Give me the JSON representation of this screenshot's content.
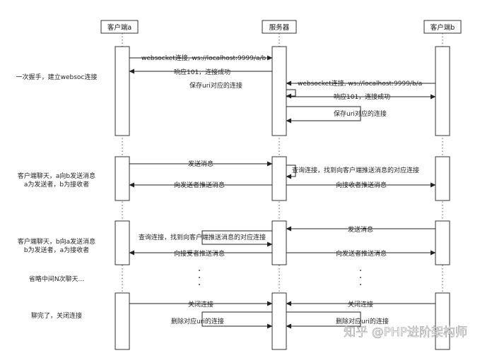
{
  "participants": {
    "client_a": "客户端a",
    "server": "服务器",
    "client_b": "客户端b"
  },
  "phases": {
    "handshake": "一次握手，建立websoc连接",
    "chat1_line1": "客户端聊天，a向b发送消息",
    "chat1_line2": "a为发送者，b为接收者",
    "chat2_line1": "客户端聊天，b向a发送消息",
    "chat2_line2": "b为发送者，a为接收者",
    "omitted": "省略中间N次聊天...",
    "close": "聊完了，关闭连接"
  },
  "messages": {
    "ws_connect_a": "websocket连接, ws://localhost:9999/a/b",
    "resp_101_a": "响应101，连接成功",
    "save_uri_a": "保存uri对应的连接",
    "ws_connect_b": "websocket连接, ws://localhost:9999/b/a",
    "resp_101_b": "响应101，连接成功",
    "save_uri_b": "保存uri对应的连接",
    "send_msg_a": "发送消息",
    "query_conn_1": "查询连接，找到向客户端推送消息的对应连接",
    "push_to_sender_a": "向发送者推送消息",
    "push_to_receiver_b": "向接收者推送消息",
    "send_msg_b": "发送消息",
    "query_conn_2": "查询连接，找到向客户端推送消息的对应连接",
    "push_to_receiver_a": "向接受者推送消息",
    "push_to_sender_b": "向发送者推送消息",
    "close_a": "关闭连接",
    "close_b": "关闭连接",
    "delete_uri_a": "删除对应uri的连接",
    "delete_uri_b": "删除对应uri的连接"
  },
  "watermark": "知乎 @PHP进阶架构师"
}
